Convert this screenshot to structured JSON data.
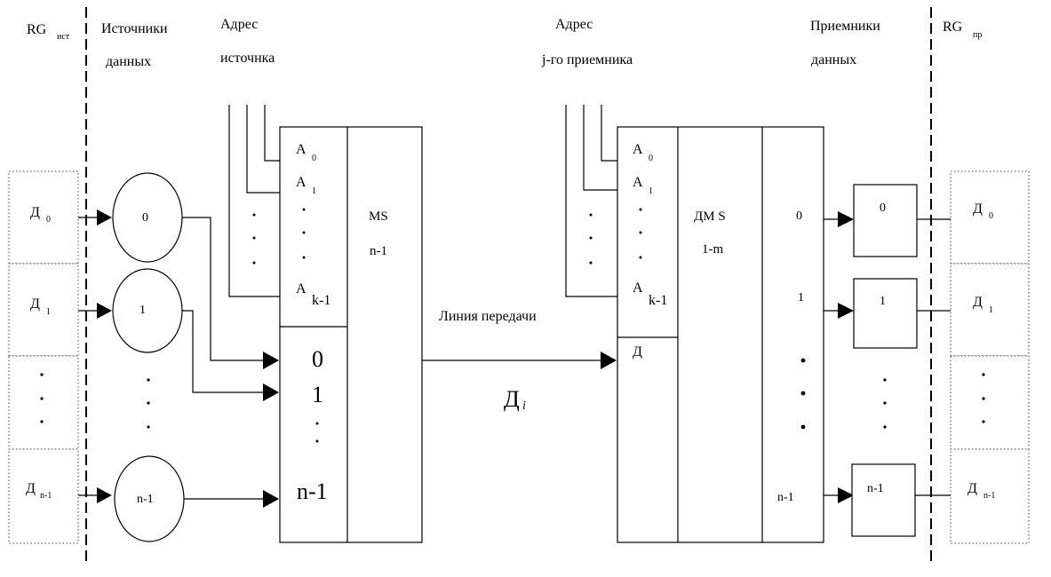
{
  "headers": {
    "rg_source": "RG",
    "rg_source_sub": "ист",
    "sources_line1": "Источники",
    "sources_line2": "данных",
    "source_addr_line1": "Адрес",
    "source_addr_line2": "источнка",
    "dest_addr_line1": "Адрес",
    "dest_addr_line2": "j-го приемника",
    "receivers_line1": "Приемники",
    "receivers_line2": "данных",
    "rg_dest": "RG",
    "rg_dest_sub": "пр"
  },
  "source_registers": [
    {
      "letter": "Д",
      "sub": "0"
    },
    {
      "letter": "Д",
      "sub": "1"
    },
    {
      "letter": "Д",
      "sub": "n-1"
    }
  ],
  "source_nodes": [
    "0",
    "1",
    "n-1"
  ],
  "mux": {
    "addr": [
      {
        "letter": "A",
        "sub": "0"
      },
      {
        "letter": "A",
        "sub": "1"
      },
      {
        "letter": "A",
        "sub": "k-1"
      }
    ],
    "label": "MS",
    "sublabel": "n-1",
    "inputs": [
      "0",
      "1",
      "n-1"
    ]
  },
  "line": {
    "label": "Линия передачи",
    "data_letter": "Д",
    "data_sub": "i"
  },
  "demux": {
    "addr": [
      {
        "letter": "A",
        "sub": "0"
      },
      {
        "letter": "A",
        "sub": "1"
      },
      {
        "letter": "A",
        "sub": "k-1"
      }
    ],
    "data_input": "Д",
    "label": "ДМ  S",
    "sublabel": "1-m",
    "outputs": [
      "0",
      "1",
      "n-1"
    ]
  },
  "receivers": [
    "0",
    "1",
    "n-1"
  ],
  "dest_registers": [
    {
      "letter": "Д",
      "sub": "0"
    },
    {
      "letter": "Д",
      "sub": "1"
    },
    {
      "letter": "Д",
      "sub": "n-1"
    }
  ]
}
